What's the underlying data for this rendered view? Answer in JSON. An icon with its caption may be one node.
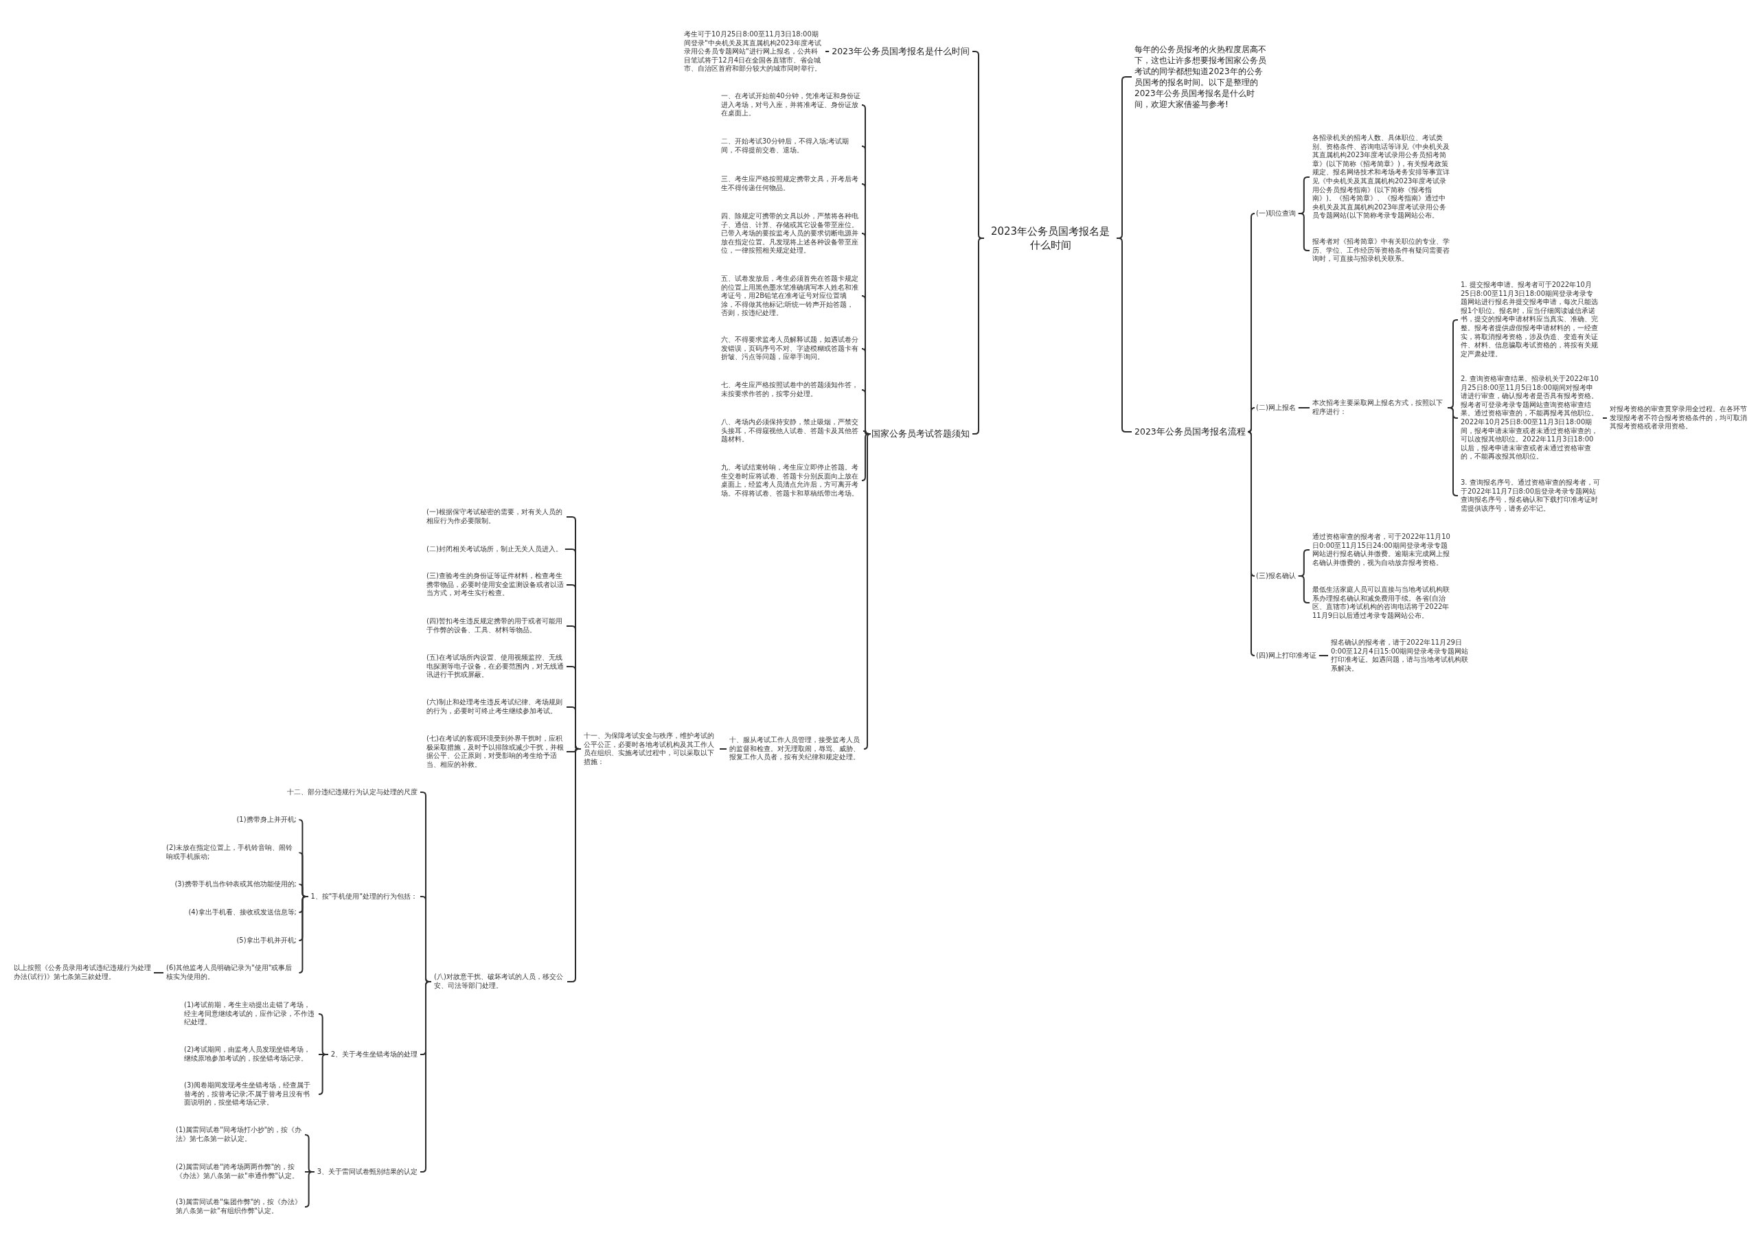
{
  "diagram": {
    "nodes": [
      {
        "text": [
          "2023年公务员国考报名是什么时间"
        ]
      },
      {
        "text": [
          "2023年公务员国考报名是什么时间"
        ]
      },
      {
        "text": [
          "考生可于10月25日8:00至11月3日18:00期间登录\"中央机关及其直属机构2023年度考试录用公务员专题网站\"进行网上报名，公共科目笔试将于12月4日在全国各直辖市、省会城市、自治区首府和部分较大的城市同时举行。"
        ]
      },
      {
        "text": [
          "国家公务员考试答题须知"
        ]
      },
      {
        "text": [
          "一、在考试开始前40分钟，凭准考证和身份证进入考场，对号入座，并将准考证、身份证放在桌面上。"
        ]
      },
      {
        "text": [
          "二、开始考试30分钟后，不得入场;考试期间，不得提前交卷、退场。"
        ]
      },
      {
        "text": [
          "三、考生应严格按照规定携带文具，开考后考生不得传递任何物品。"
        ]
      },
      {
        "text": [
          "四、除规定可携带的文具以外，严禁将各种电子、通信、计算、存储或其它设备带至座位。已带入考场的要按监考人员的要求切断电源并放在指定位置。凡发现将上述各种设备带至座位，一律按照相关规定处理。"
        ]
      },
      {
        "text": [
          "五、试卷发放后，考生必须首先在答题卡规定的位置上用黑色墨水笔准确填写本人姓名和准考证号，用2B铅笔在准考证号对应位置填涂，不得做其他标记;听统一铃声开始答题，否则，按违纪处理。"
        ]
      },
      {
        "text": [
          "六、不得要求监考人员解释试题，如遇试卷分发错误，页码序号不对、字迹模糊或答题卡有折皱、污点等问题，应举手询问。"
        ]
      },
      {
        "text": [
          "七、考生应严格按照试卷中的答题须知作答，未按要求作答的，按零分处理。"
        ]
      },
      {
        "text": [
          "八、考场内必须保持安静，禁止吸烟，严禁交头接耳，不得窥视他人试卷、答题卡及其他答题材料。"
        ]
      },
      {
        "text": [
          "九、考试结束铃响，考生应立即停止答题。考生交卷时应将试卷、答题卡分别反面向上放在桌面上，经监考人员清点允许后，方可离开考场。不得将试卷、答题卡和草稿纸带出考场。"
        ]
      },
      {
        "text": [
          "十、服从考试工作人员管理，接受监考人员的监督和检查。对无理取闹，辱骂、威胁、报复工作人员者，按有关纪律和规定处理。"
        ]
      },
      {
        "text": [
          "十一、为保障考试安全与秩序，维护考试的公平公正，必要时各地考试机构及其工作人员在组织、实施考试过程中，可以采取以下措施："
        ]
      },
      {
        "text": [
          "(一)根据保守考试秘密的需要，对有关人员的相应行为作必要限制。"
        ]
      },
      {
        "text": [
          "(二)封闭相关考试场所，制止无关人员进入。"
        ]
      },
      {
        "text": [
          "(三)查验考生的身份证等证件材料，检查考生携带物品，必要时使用安全监测设备或者以适当方式，对考生实行检查。"
        ]
      },
      {
        "text": [
          "(四)暂扣考生违反规定携带的用于或者可能用于作弊的设备、工具、材料等物品。"
        ]
      },
      {
        "text": [
          "(五)在考试场所内设置、使用视频监控、无线电探测等电子设备，在必要范围内，对无线通讯进行干扰或屏蔽。"
        ]
      },
      {
        "text": [
          "(六)制止和处理考生违反考试纪律、考场规则的行为，必要时可终止考生继续参加考试。"
        ]
      },
      {
        "text": [
          "(七)在考试的客观环境受到外界干扰时，应积极采取措施，及时予以排除或减少干扰，并根据公平、公正原则，对受影响的考生给予适当、相应的补救。"
        ]
      },
      {
        "text": [
          "(八)对故意干扰、破坏考试的人员，移交公安、司法等部门处理。"
        ]
      },
      {
        "text": [
          "十二、部分违纪违规行为认定与处理的尺度"
        ]
      },
      {
        "text": [
          "1、按\"手机使用\"处理的行为包括："
        ]
      },
      {
        "text": [
          "(1)携带身上并开机;"
        ]
      },
      {
        "text": [
          "(2)未放在指定位置上，手机铃音响、闹铃响或手机振动;"
        ]
      },
      {
        "text": [
          "(3)携带手机当作钟表或其他功能使用的;"
        ]
      },
      {
        "text": [
          "(4)拿出手机看、接收或发送信息等;"
        ]
      },
      {
        "text": [
          "(5)拿出手机并开机;"
        ]
      },
      {
        "text": [
          "(6)其他监考人员明确记录为\"使用\"或事后核实为使用的。"
        ]
      },
      {
        "text": [
          "以上按照《公务员录用考试违纪违规行为处理办法(试行)》第七条第三款处理。"
        ]
      },
      {
        "text": [
          "2、关于考生坐错考场的处理"
        ]
      },
      {
        "text": [
          "(1)考试前期，考生主动提出走错了考场，经主考同意继续考试的，应作记录，不作违纪处理。"
        ]
      },
      {
        "text": [
          "(2)考试期间，由监考人员发现坐错考场，继续原地参加考试的，按坐错考场记录。"
        ]
      },
      {
        "text": [
          "(3)阅卷期间发现考生坐错考场，经查属于替考的，按替考记录;不属于替考且没有书面说明的，按坐错考场记录。"
        ]
      },
      {
        "text": [
          "3、关于雷同试卷甄别结果的认定"
        ]
      },
      {
        "text": [
          "(1)属雷同试卷\"同考场打小抄\"的，按《办法》第七条第一款认定。"
        ]
      },
      {
        "text": [
          "(2)属雷同试卷\"跨考场两两作弊\"的，按《办法》第八条第一款\"串通作弊\"认定。"
        ]
      },
      {
        "text": [
          "(3)属雷同试卷\"集团作弊\"的，按《办法》第八条第一款\"有组织作弊\"认定。"
        ]
      },
      {
        "text": [
          "每年的公务员报考的火热程度居高不下，这也让许多想要报考国家公务员考试的同学都想知道2023年的公务员国考的报名时间。以下是整理的2023年公务员国考报名是什么时间，欢迎大家借鉴与参考!"
        ]
      },
      {
        "text": [
          "2023年公务员国考报名流程"
        ]
      },
      {
        "text": [
          "(一)职位查询"
        ]
      },
      {
        "text": [
          "各招录机关的招考人数、具体职位、考试类别、资格条件、咨询电话等详见《中央机关及其直属机构2023年度考试录用公务员招考简章》(以下简称《招考简章》)，有关报考政策规定、报名网络技术和考场考务安排等事宜详见《中央机关及其直属机构2023年度考试录用公务员报考指南》(以下简称《报考指南》)。《招考简章》、《报考指南》通过中央机关及其直属机构2023年度考试录用公务员专题网站(以下简称考录专题网站公布。"
        ]
      },
      {
        "text": [
          "报考者对《招考简章》中有关职位的专业、学历、学位、工作经历等资格条件有疑问需要咨询时，可直接与招录机关联系。"
        ]
      },
      {
        "text": [
          "(二)网上报名"
        ]
      },
      {
        "text": [
          "本次招考主要采取网上报名方式，按照以下程序进行："
        ]
      },
      {
        "text": [
          "1. 提交报考申请。报考者可于2022年10月25日8:00至11月3日18:00期间登录考录专题网站进行报名并提交报考申请，每次只能选报1个职位。报名时，应当仔细阅读诚信承诺书，提交的报考申请材料应当真实、准确、完整。报考者提供虚假报考申请材料的，一经查实，将取消报考资格，涉及伪造、变造有关证件、材料、信息骗取考试资格的，将按有关规定严肃处理。"
        ]
      },
      {
        "text": [
          "2. 查询资格审查结果。招录机关于2022年10月25日8:00至11月5日18:00期间对报考申请进行审查，确认报考者是否具有报考资格。报考者可登录考录专题网站查询资格审查结果。通过资格审查的，不能再报考其他职位。2022年10月25日8:00至11月3日18:00期间，报考申请未审查或者未通过资格审查的，可以改报其他职位。2022年11月3日18:00以后，报考申请未审查或者未通过资格审查的，不能再改报其他职位。"
        ]
      },
      {
        "text": [
          "对报考资格的审查贯穿录用全过程。在各环节发现报考者不符合报考资格条件的，均可取消其报考资格或者录用资格。"
        ]
      },
      {
        "text": [
          "3. 查询报名序号。通过资格审查的报考者，可于2022年11月7日8:00后登录考录专题网站查询报名序号，报名确认和下载打印准考证时需提供该序号，请务必牢记。"
        ]
      },
      {
        "text": [
          "(三)报名确认"
        ]
      },
      {
        "text": [
          "通过资格审查的报考者，可于2022年11月10日0:00至11月15日24:00期间登录考录专题网站进行报名确认并缴费。逾期未完成网上报名确认并缴费的，视为自动放弃报考资格。"
        ]
      },
      {
        "text": [
          "最低生活家庭人员可以直接与当地考试机构联系办理报名确认和减免费用手续。各省(自治区、直辖市)考试机构的咨询电话将于2022年11月9日以后通过考录专题网站公布。"
        ]
      },
      {
        "text": [
          "(四)网上打印准考证"
        ]
      },
      {
        "text": [
          "报名确认的报考者，请于2022年11月29日0:00至12月4日15:00期间登录考录专题网站打印准考证。如遇问题，请与当地考试机构联系解决。"
        ]
      }
    ],
    "edges": [
      {
        "from": 0,
        "to": 1,
        "arrow": "none"
      },
      {
        "from": 1,
        "to": 2,
        "arrow": "none"
      },
      {
        "from": 0,
        "to": 3,
        "arrow": "none"
      },
      {
        "from": 3,
        "to": 4,
        "arrow": "none"
      },
      {
        "from": 3,
        "to": 5,
        "arrow": "none"
      },
      {
        "from": 3,
        "to": 6,
        "arrow": "none"
      },
      {
        "from": 3,
        "to": 7,
        "arrow": "none"
      },
      {
        "from": 3,
        "to": 8,
        "arrow": "none"
      },
      {
        "from": 3,
        "to": 9,
        "arrow": "none"
      },
      {
        "from": 3,
        "to": 10,
        "arrow": "none"
      },
      {
        "from": 3,
        "to": 11,
        "arrow": "none"
      },
      {
        "from": 3,
        "to": 12,
        "arrow": "none"
      },
      {
        "from": 3,
        "to": 13,
        "arrow": "none"
      },
      {
        "from": 13,
        "to": 14,
        "arrow": "none"
      },
      {
        "from": 14,
        "to": 15,
        "arrow": "none"
      },
      {
        "from": 14,
        "to": 16,
        "arrow": "none"
      },
      {
        "from": 14,
        "to": 17,
        "arrow": "none"
      },
      {
        "from": 14,
        "to": 18,
        "arrow": "none"
      },
      {
        "from": 14,
        "to": 19,
        "arrow": "none"
      },
      {
        "from": 14,
        "to": 20,
        "arrow": "none"
      },
      {
        "from": 14,
        "to": 21,
        "arrow": "none"
      },
      {
        "from": 14,
        "to": 22,
        "arrow": "none"
      },
      {
        "from": 22,
        "to": 23,
        "arrow": "none"
      },
      {
        "from": 22,
        "to": 24,
        "arrow": "none"
      },
      {
        "from": 22,
        "to": 32,
        "arrow": "none"
      },
      {
        "from": 22,
        "to": 36,
        "arrow": "none"
      },
      {
        "from": 24,
        "to": 25,
        "arrow": "none"
      },
      {
        "from": 24,
        "to": 26,
        "arrow": "none"
      },
      {
        "from": 24,
        "to": 27,
        "arrow": "none"
      },
      {
        "from": 24,
        "to": 28,
        "arrow": "none"
      },
      {
        "from": 24,
        "to": 29,
        "arrow": "none"
      },
      {
        "from": 24,
        "to": 30,
        "arrow": "none"
      },
      {
        "from": 30,
        "to": 31,
        "arrow": "none"
      },
      {
        "from": 32,
        "to": 33,
        "arrow": "none"
      },
      {
        "from": 32,
        "to": 34,
        "arrow": "none"
      },
      {
        "from": 32,
        "to": 35,
        "arrow": "none"
      },
      {
        "from": 36,
        "to": 37,
        "arrow": "none"
      },
      {
        "from": 36,
        "to": 38,
        "arrow": "none"
      },
      {
        "from": 36,
        "to": 39,
        "arrow": "none"
      },
      {
        "from": 0,
        "to": 40,
        "arrow": "none"
      },
      {
        "from": 0,
        "to": 41,
        "arrow": "none"
      },
      {
        "from": 41,
        "to": 42,
        "arrow": "none"
      },
      {
        "from": 41,
        "to": 45,
        "arrow": "none"
      },
      {
        "from": 41,
        "to": 51,
        "arrow": "none"
      },
      {
        "from": 41,
        "to": 54,
        "arrow": "none"
      },
      {
        "from": 42,
        "to": 43,
        "arrow": "none"
      },
      {
        "from": 42,
        "to": 44,
        "arrow": "none"
      },
      {
        "from": 45,
        "to": 46,
        "arrow": "none"
      },
      {
        "from": 46,
        "to": 47,
        "arrow": "none"
      },
      {
        "from": 46,
        "to": 48,
        "arrow": "none"
      },
      {
        "from": 46,
        "to": 50,
        "arrow": "none"
      },
      {
        "from": 48,
        "to": 49,
        "arrow": "none"
      },
      {
        "from": 51,
        "to": 52,
        "arrow": "none"
      },
      {
        "from": 51,
        "to": 53,
        "arrow": "none"
      },
      {
        "from": 54,
        "to": 55,
        "arrow": "none"
      }
    ]
  }
}
